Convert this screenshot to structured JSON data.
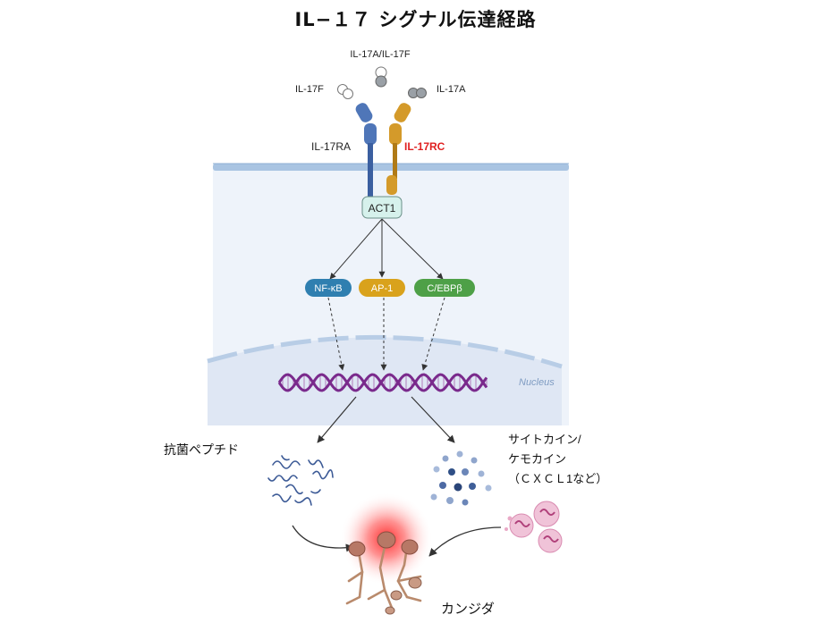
{
  "title": "IL−１７ シグナル伝達経路",
  "ligands": {
    "heterodimer": "IL-17A/IL-17F",
    "f": "IL-17F",
    "a": "IL-17A"
  },
  "receptors": {
    "ra": "IL-17RA",
    "rc": "IL-17RC"
  },
  "adaptor": "ACT1",
  "transcription_factors": [
    {
      "label": "NF-κB",
      "color": "#2f7fb0"
    },
    {
      "label": "AP-1",
      "color": "#d9a21c"
    },
    {
      "label": "C/EBPβ",
      "color": "#4ea047"
    }
  ],
  "nucleus_label": "Nucleus",
  "outputs": {
    "amp": "抗菌ペプチド",
    "cytokine_line1": "サイトカイン/",
    "cytokine_line2": "ケモカイン",
    "cytokine_line3": "（ＣＸＣＬ1など）"
  },
  "target": "カンジダ",
  "colors": {
    "ra": "#4f76b8",
    "rc": "#d49a2a",
    "rc_label": "#e02020",
    "membrane": "#a9c4e2",
    "cytoplasm": "#eef3fa",
    "nucleus": "#dfe7f4",
    "dna": "#7a2a8c"
  }
}
